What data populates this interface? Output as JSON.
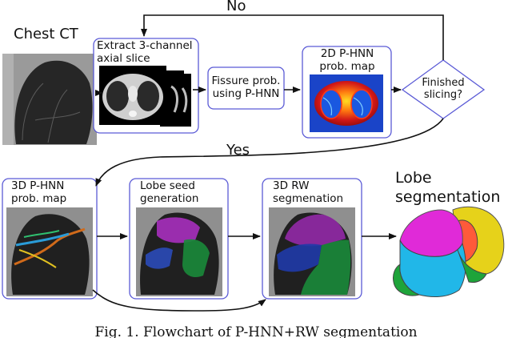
{
  "input_label": "Chest CT",
  "boxes": {
    "extract": "Extract 3-channel\naxial slice",
    "fissure_prob": "Fissure prob.\nusing P-HNN",
    "phnn_2d": "2D P-HNN\nprob. map",
    "decision": "Finished\nslicing?",
    "phnn_3d": "3D P-HNN\nprob. map",
    "seed_generation": "Lobe seed\ngeneration",
    "rw_segmentation": "3D RW\nsegmenation"
  },
  "edges": {
    "no_label": "No",
    "yes_label": "Yes"
  },
  "output_label": "Lobe\nsegmentation",
  "caption": "Fig. 1. Flowchart of P-HNN+RW segmentation",
  "colors": {
    "box_border": "#5a5ad6",
    "arrow": "#111111",
    "ct_gray": "#6e6e6e"
  }
}
